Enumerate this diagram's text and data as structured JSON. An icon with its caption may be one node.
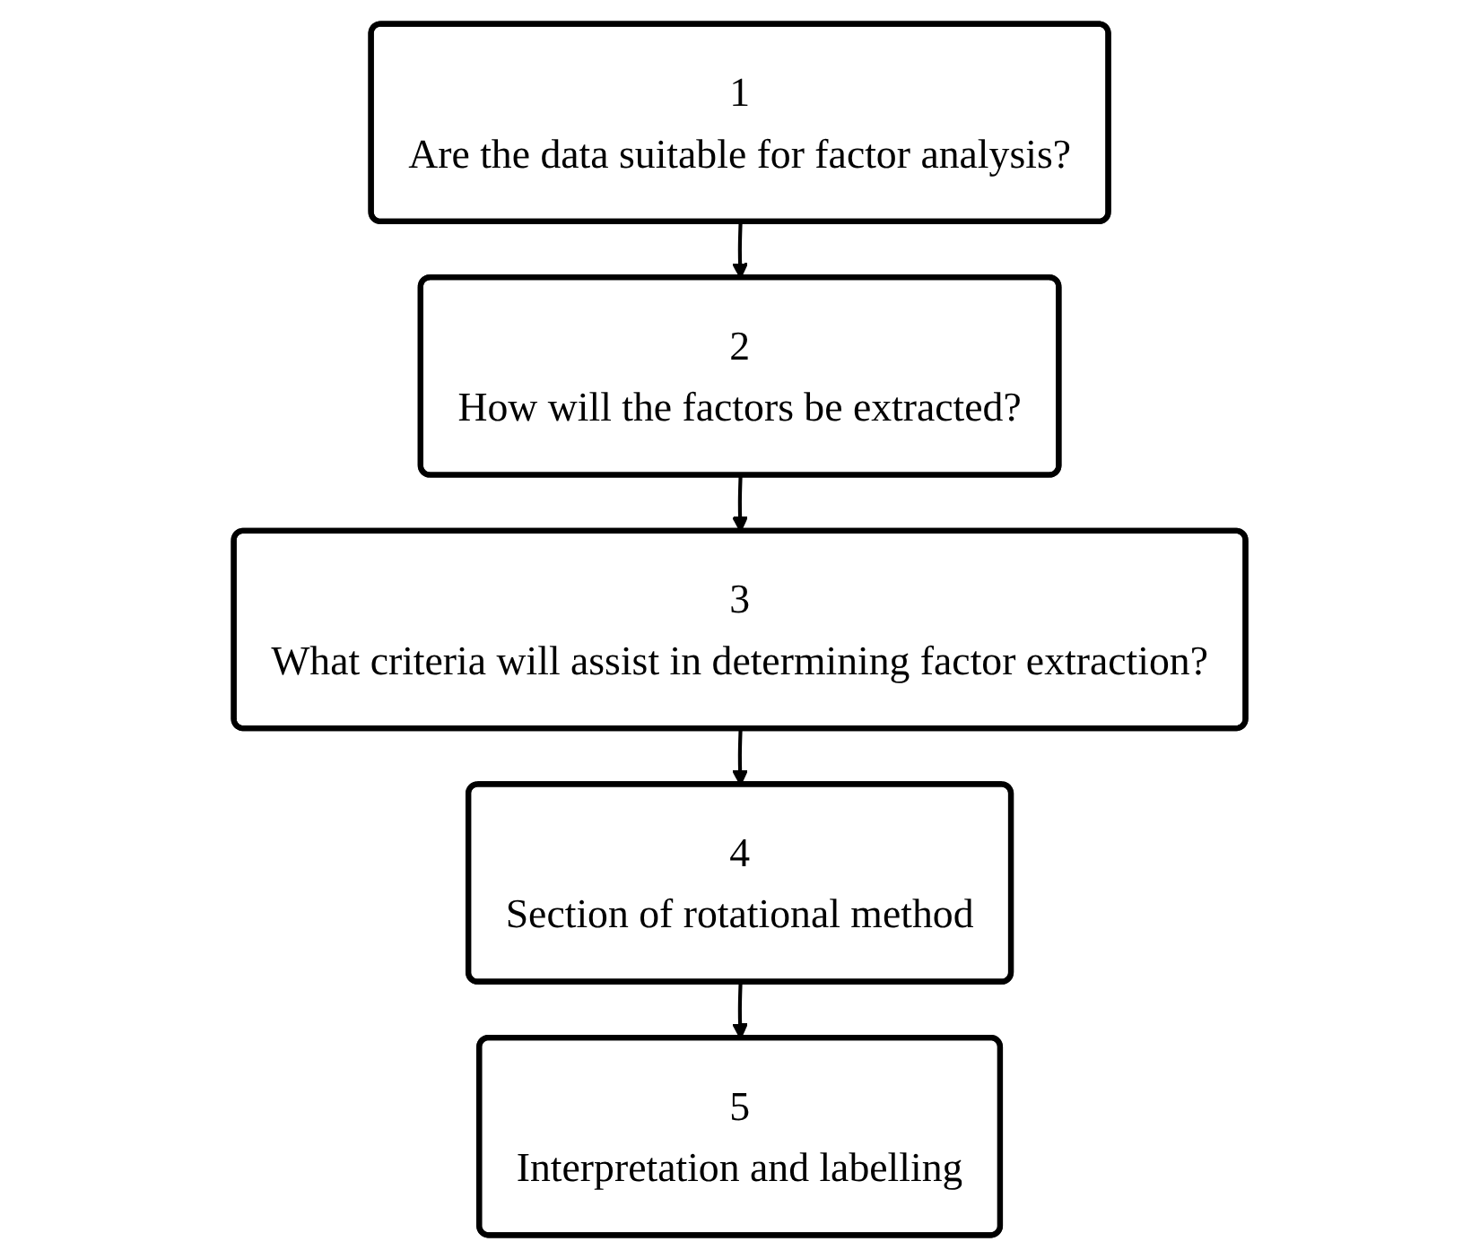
{
  "diagram": {
    "nodes": [
      {
        "text": [
          "1",
          "Are the data suitable for factor analysis?"
        ]
      },
      {
        "text": [
          "2",
          "How will the factors be extracted?"
        ]
      },
      {
        "text": [
          "3",
          "What criteria will assist in determining factor extraction?"
        ]
      },
      {
        "text": [
          "4",
          "Section of rotational method"
        ]
      },
      {
        "text": [
          "5",
          "Interpretation and labelling"
        ]
      }
    ],
    "edges": [
      {
        "from": 0,
        "to": 1,
        "arrow": "to"
      },
      {
        "from": 1,
        "to": 2,
        "arrow": "to"
      },
      {
        "from": 2,
        "to": 3,
        "arrow": "to"
      },
      {
        "from": 3,
        "to": 4,
        "arrow": "to"
      }
    ]
  }
}
